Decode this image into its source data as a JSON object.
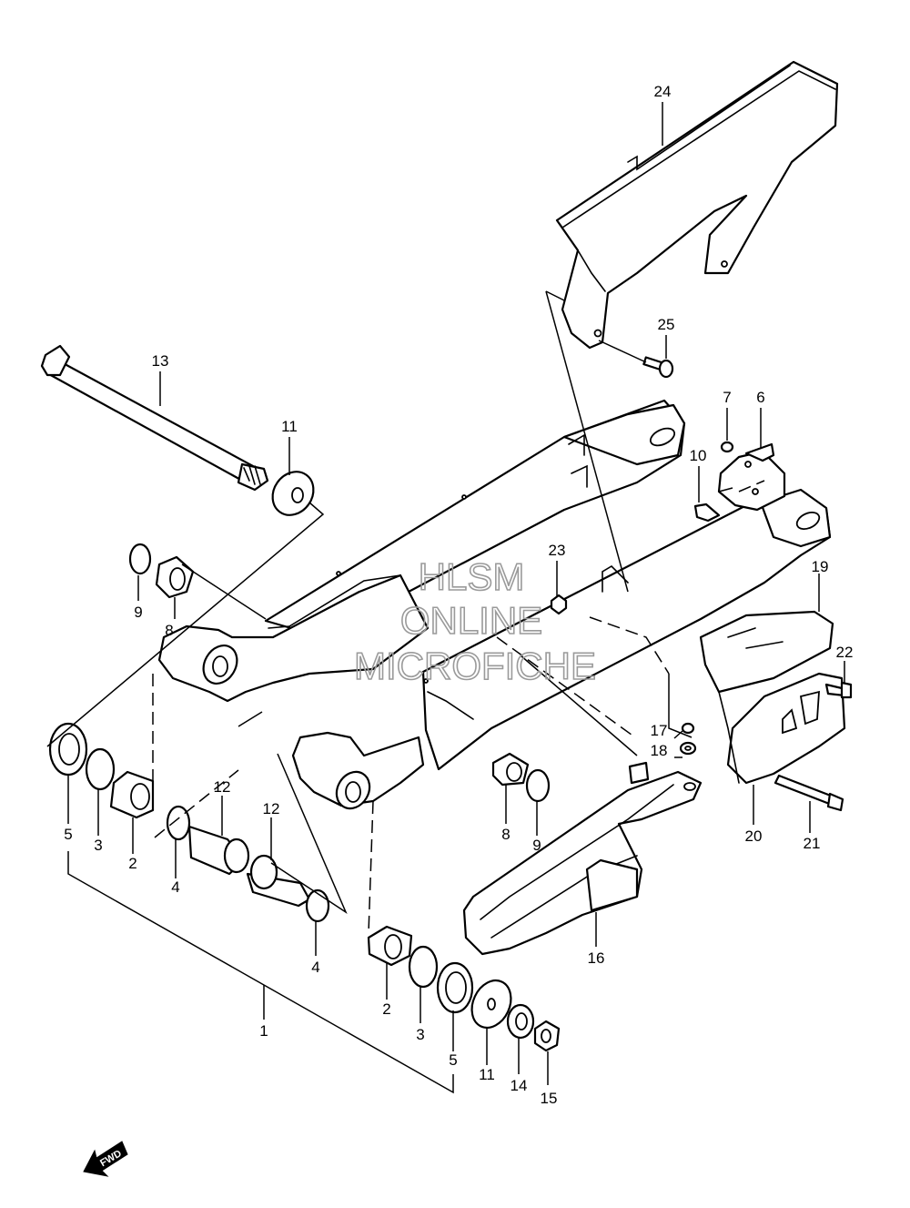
{
  "watermark": {
    "line1": "HLSM",
    "line2": "ONLINE",
    "line3": "MICROFICHE"
  },
  "direction_badge": "FWD",
  "part_labels": {
    "p1": "1",
    "p2a": "2",
    "p2b": "2",
    "p3a": "3",
    "p3b": "3",
    "p4a": "4",
    "p4b": "4",
    "p5a": "5",
    "p5b": "5",
    "p6": "6",
    "p7": "7",
    "p8a": "8",
    "p8b": "8",
    "p9a": "9",
    "p9b": "9",
    "p10": "10",
    "p11a": "11",
    "p11b": "11",
    "p12a": "12",
    "p12b": "12",
    "p13": "13",
    "p14": "14",
    "p15": "15",
    "p16": "16",
    "p17": "17",
    "p18": "18",
    "p19": "19",
    "p20": "20",
    "p21": "21",
    "p22": "22",
    "p23": "23",
    "p24": "24",
    "p25": "25"
  }
}
